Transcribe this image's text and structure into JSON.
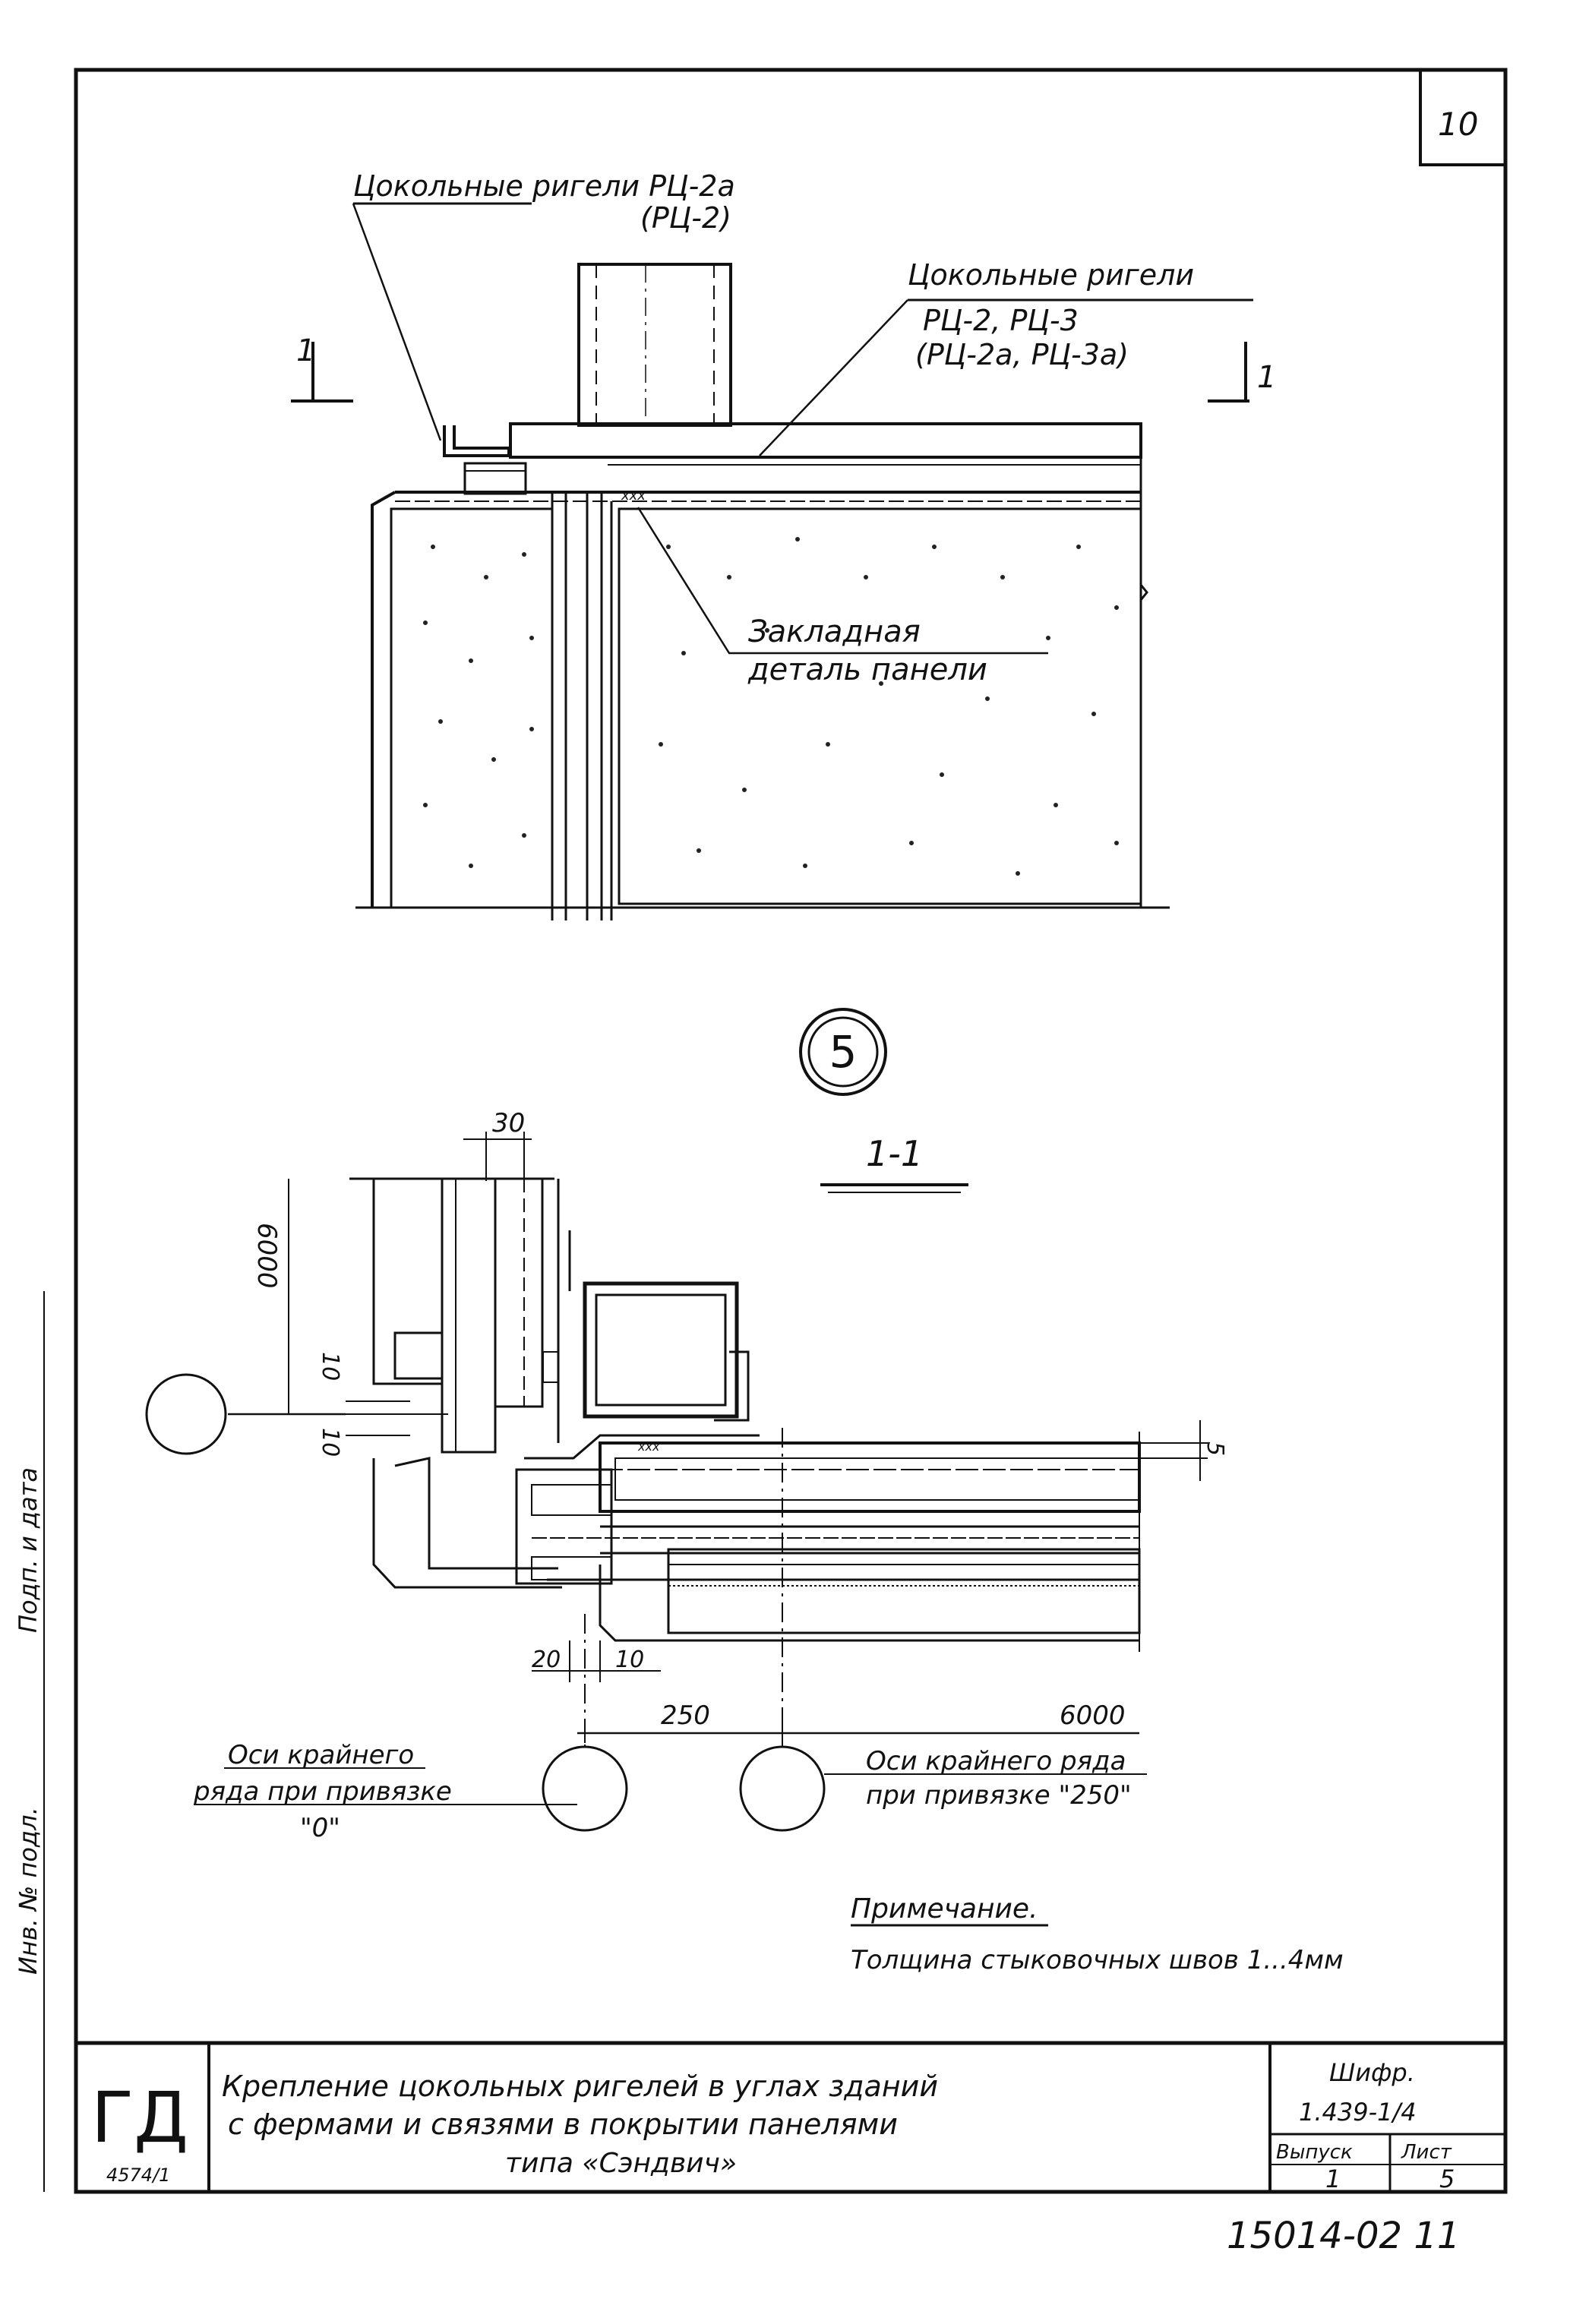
{
  "sheet": {
    "page_number": "10",
    "footer_code": "15014-02 11"
  },
  "plan": {
    "label_top_left_line1": "Цокольные ригели РЦ-2а",
    "label_top_left_line2": "(РЦ-2)",
    "label_top_right_line1": "Цокольные ригели",
    "label_top_right_line2": "РЦ-2, РЦ-3",
    "label_top_right_line3": "(РЦ-2а, РЦ-3а)",
    "section_mark": "1",
    "embedded_line1": "Закладная",
    "embedded_line2": "деталь панели"
  },
  "node": {
    "number": "5",
    "section_title": "1-1"
  },
  "dimensions": {
    "d30": "30",
    "d6000_vertical": "6000",
    "d10_top": "10",
    "d10_side": "10",
    "d5": "5",
    "d20": "20",
    "d10_bottom": "10",
    "d250": "250",
    "d6000": "6000"
  },
  "axes": {
    "left_note_line1": "Оси крайнего",
    "left_note_line2": "ряда при привязке",
    "left_note_line3": "\"0\"",
    "right_note_line1": "Оси крайнего ряда",
    "right_note_line2": "при привязке \"250\""
  },
  "note": {
    "title": "Примечание.",
    "text": "Толщина стыковочных швов 1...4мм"
  },
  "title_block": {
    "logo": "ГД",
    "logo_code": "4574/1",
    "title_line1": "Крепление цокольных ригелей в углах зданий",
    "title_line2": "с фермами и связями в покрытии панелями",
    "title_line3": "типа «Сэндвич»",
    "series_label": "Шифр.",
    "series_value": "1.439-1/4",
    "sheet_label": "Выпуск",
    "sheet_value": "1",
    "page_label": "Лист",
    "page_value": "5"
  },
  "margin_stamp": "Подп. и дата",
  "margin_stamp2": "Инв. № подл."
}
